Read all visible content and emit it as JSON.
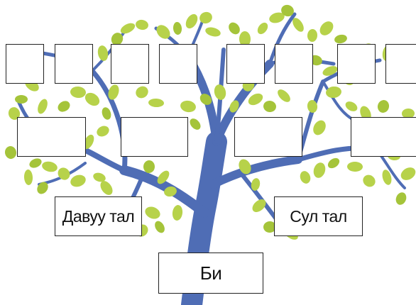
{
  "colors": {
    "trunk": "#4F6DB5",
    "leaf": "#B7D24A",
    "leaf_dark": "#A5C43A",
    "box_border": "#222222"
  },
  "labels": {
    "left_side": "Давуу тал",
    "right_side": "Сул тал",
    "self": "Би"
  },
  "boxes": {
    "top_row_count": 8,
    "middle_row_count": 4
  }
}
